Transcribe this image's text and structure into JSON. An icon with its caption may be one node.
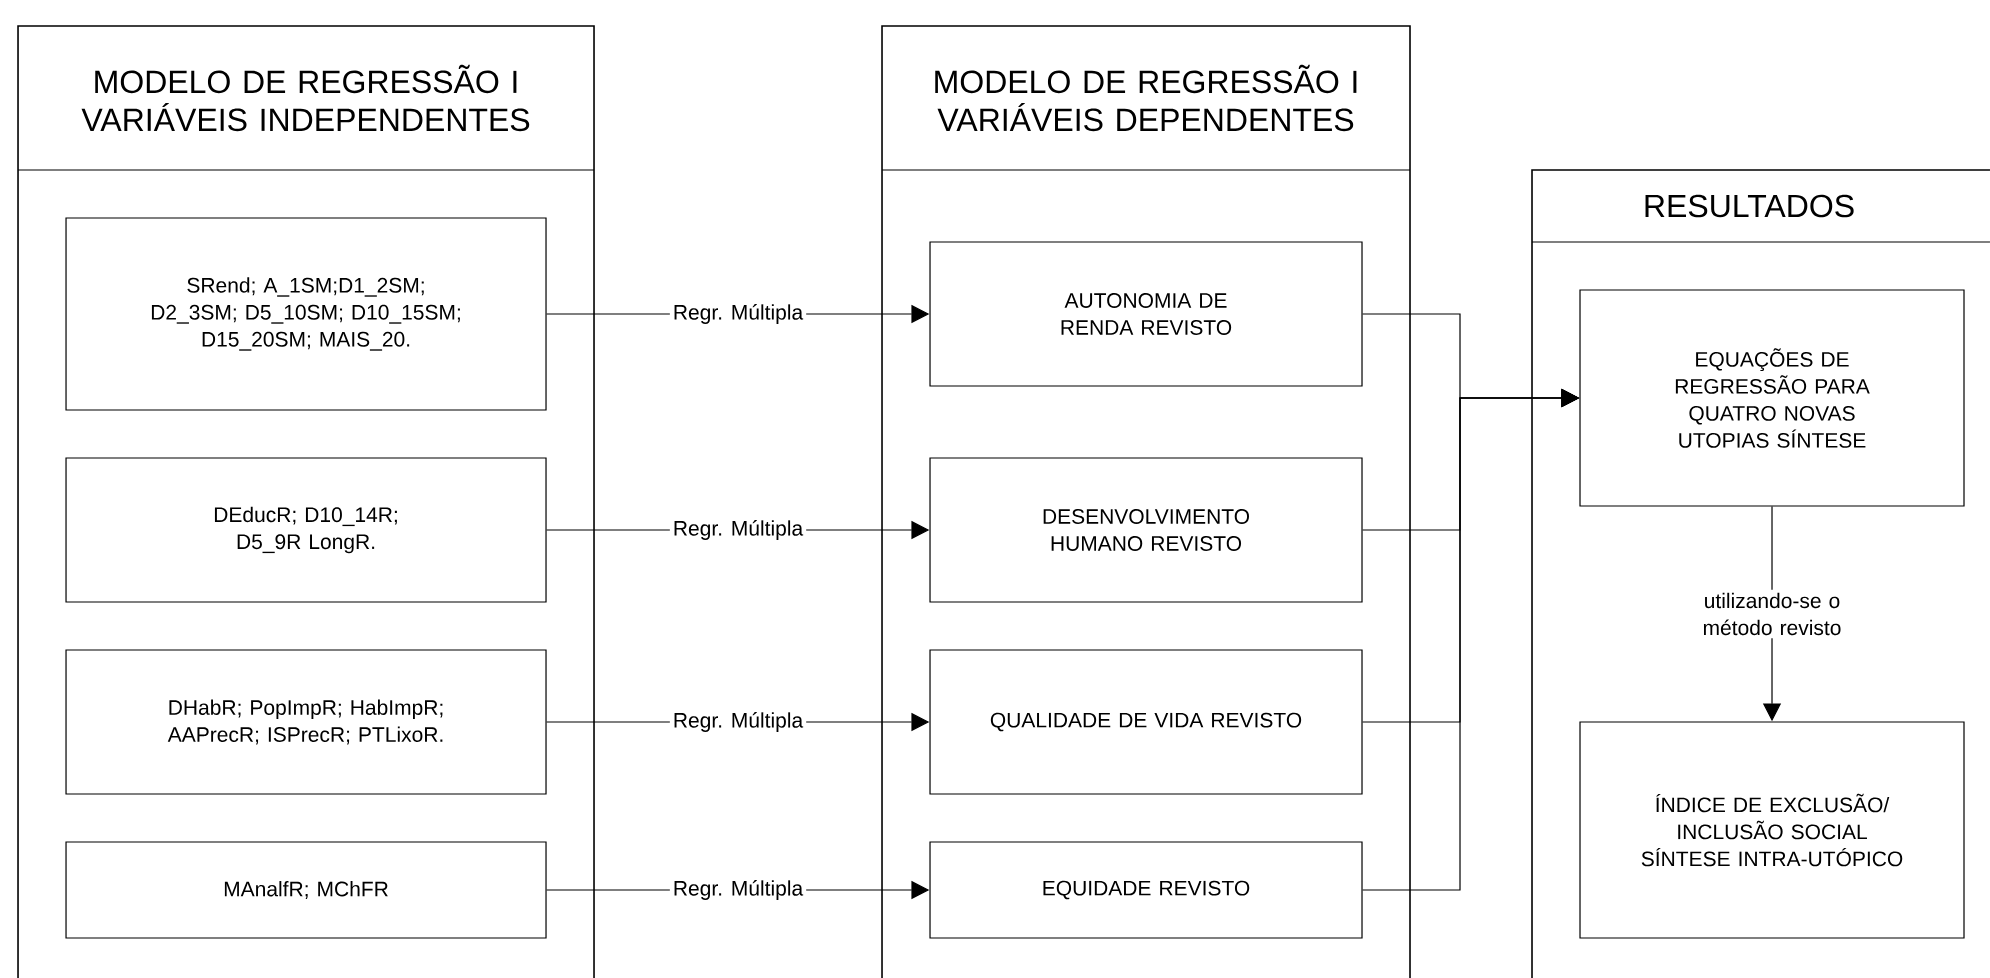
{
  "diagram": {
    "nodes": [
      {
        "text": [
          "MODELO DE REGRESSÃO I VARIÁVEIS INDEPENDENTES"
        ]
      },
      {
        "text": [
          "SRend; A_1SM;D1_2SM; D2_3SM; D5_10SM; D10_15SM; D15_20SM; MAIS_20."
        ],
        "in": 0
      },
      {
        "text": [
          "DEducR; D10_14R; D5_9R LongR."
        ],
        "in": 0
      },
      {
        "text": [
          "DHabR; PopImpR; HabImpR; AAPrecR; ISPrecR; PTLixoR."
        ],
        "in": 0
      },
      {
        "text": [
          "MAnalfR; MChFR"
        ],
        "in": 0
      },
      {
        "text": [
          "MODELO DE REGRESSÃO I VARIÁVEIS DEPENDENTES"
        ]
      },
      {
        "text": [
          "AUTONOMIA DE RENDA REVISTO"
        ],
        "in": 5
      },
      {
        "text": [
          "DESENVOLVIMENTO HUMANO REVISTO"
        ],
        "in": 5
      },
      {
        "text": [
          "QUALIDADE DE VIDA REVISTO"
        ],
        "in": 5
      },
      {
        "text": [
          "EQUIDADE REVISTO"
        ],
        "in": 5
      },
      {
        "text": [
          "RESULTADOS"
        ]
      },
      {
        "text": [
          "EQUAÇÕES DE REGRESSÃO PARA QUATRO NOVAS UTOPIAS SÍNTESE"
        ],
        "in": 10
      },
      {
        "text": [
          "ÍNDICE DE EXCLUSÃO/ INCLUSÃO SOCIAL SÍNTESE INTRA-UTÓPICO"
        ],
        "in": 10
      }
    ],
    "edges": [
      {
        "from": 1,
        "to": 6,
        "arrow": "to",
        "label": "Regr. Múltipla"
      },
      {
        "from": 2,
        "to": 7,
        "arrow": "to",
        "label": "Regr. Múltipla"
      },
      {
        "from": 3,
        "to": 8,
        "arrow": "to",
        "label": "Regr. Múltipla"
      },
      {
        "from": 4,
        "to": 9,
        "arrow": "to",
        "label": "Regr. Múltipla"
      },
      {
        "from": 6,
        "to": 11,
        "arrow": "to"
      },
      {
        "from": 7,
        "to": 11,
        "arrow": "to"
      },
      {
        "from": 8,
        "to": 11,
        "arrow": "to"
      },
      {
        "from": 9,
        "to": 11,
        "arrow": "to"
      },
      {
        "from": 11,
        "to": 12,
        "arrow": "to",
        "label": "utilizando-se o método revisto"
      }
    ]
  }
}
